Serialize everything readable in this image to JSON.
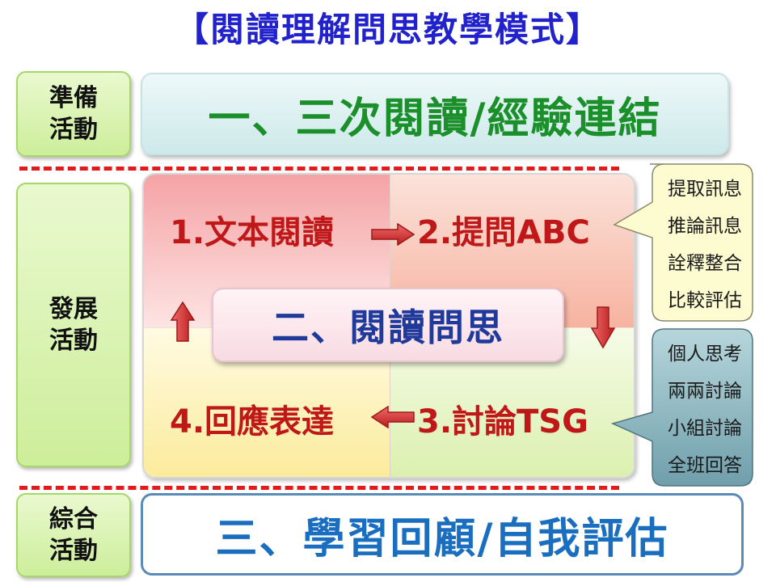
{
  "title": "【閱讀理解問思教學模式】",
  "stages": {
    "prep": [
      "準備",
      "活動"
    ],
    "develop": [
      "發展",
      "活動"
    ],
    "summary": [
      "綜合",
      "活動"
    ]
  },
  "band1": "一、三次閱讀/經驗連結",
  "band3": "三、學習回顧/自我評估",
  "center": "二、閱讀問思",
  "steps": {
    "s1": "1.文本閱讀",
    "s2": "2.提問ABC",
    "s3": "3.討論TSG",
    "s4": "4.回應表達"
  },
  "callout_top": [
    "提取訊息",
    "推論訊息",
    "詮釋整合",
    "比較評估"
  ],
  "callout_bottom": [
    "個人思考",
    "兩兩討論",
    "小組討論",
    "全班回答"
  ],
  "colors": {
    "title": "#2222cc",
    "stage_fill": "#d9f3b4",
    "band1_text": "#1a8f2a",
    "band3_text": "#1a6ec0",
    "step_text": "#c01818",
    "center_text": "#1f3a9a",
    "divider": "#e31a1c",
    "arrow": "#d32f2f",
    "callout_top_fill": "#fdfbd0",
    "callout_bottom_fill": "#8fb9c2"
  },
  "icons": [
    "right-arrow-icon",
    "left-arrow-icon",
    "up-arrow-icon",
    "down-arrow-icon"
  ]
}
